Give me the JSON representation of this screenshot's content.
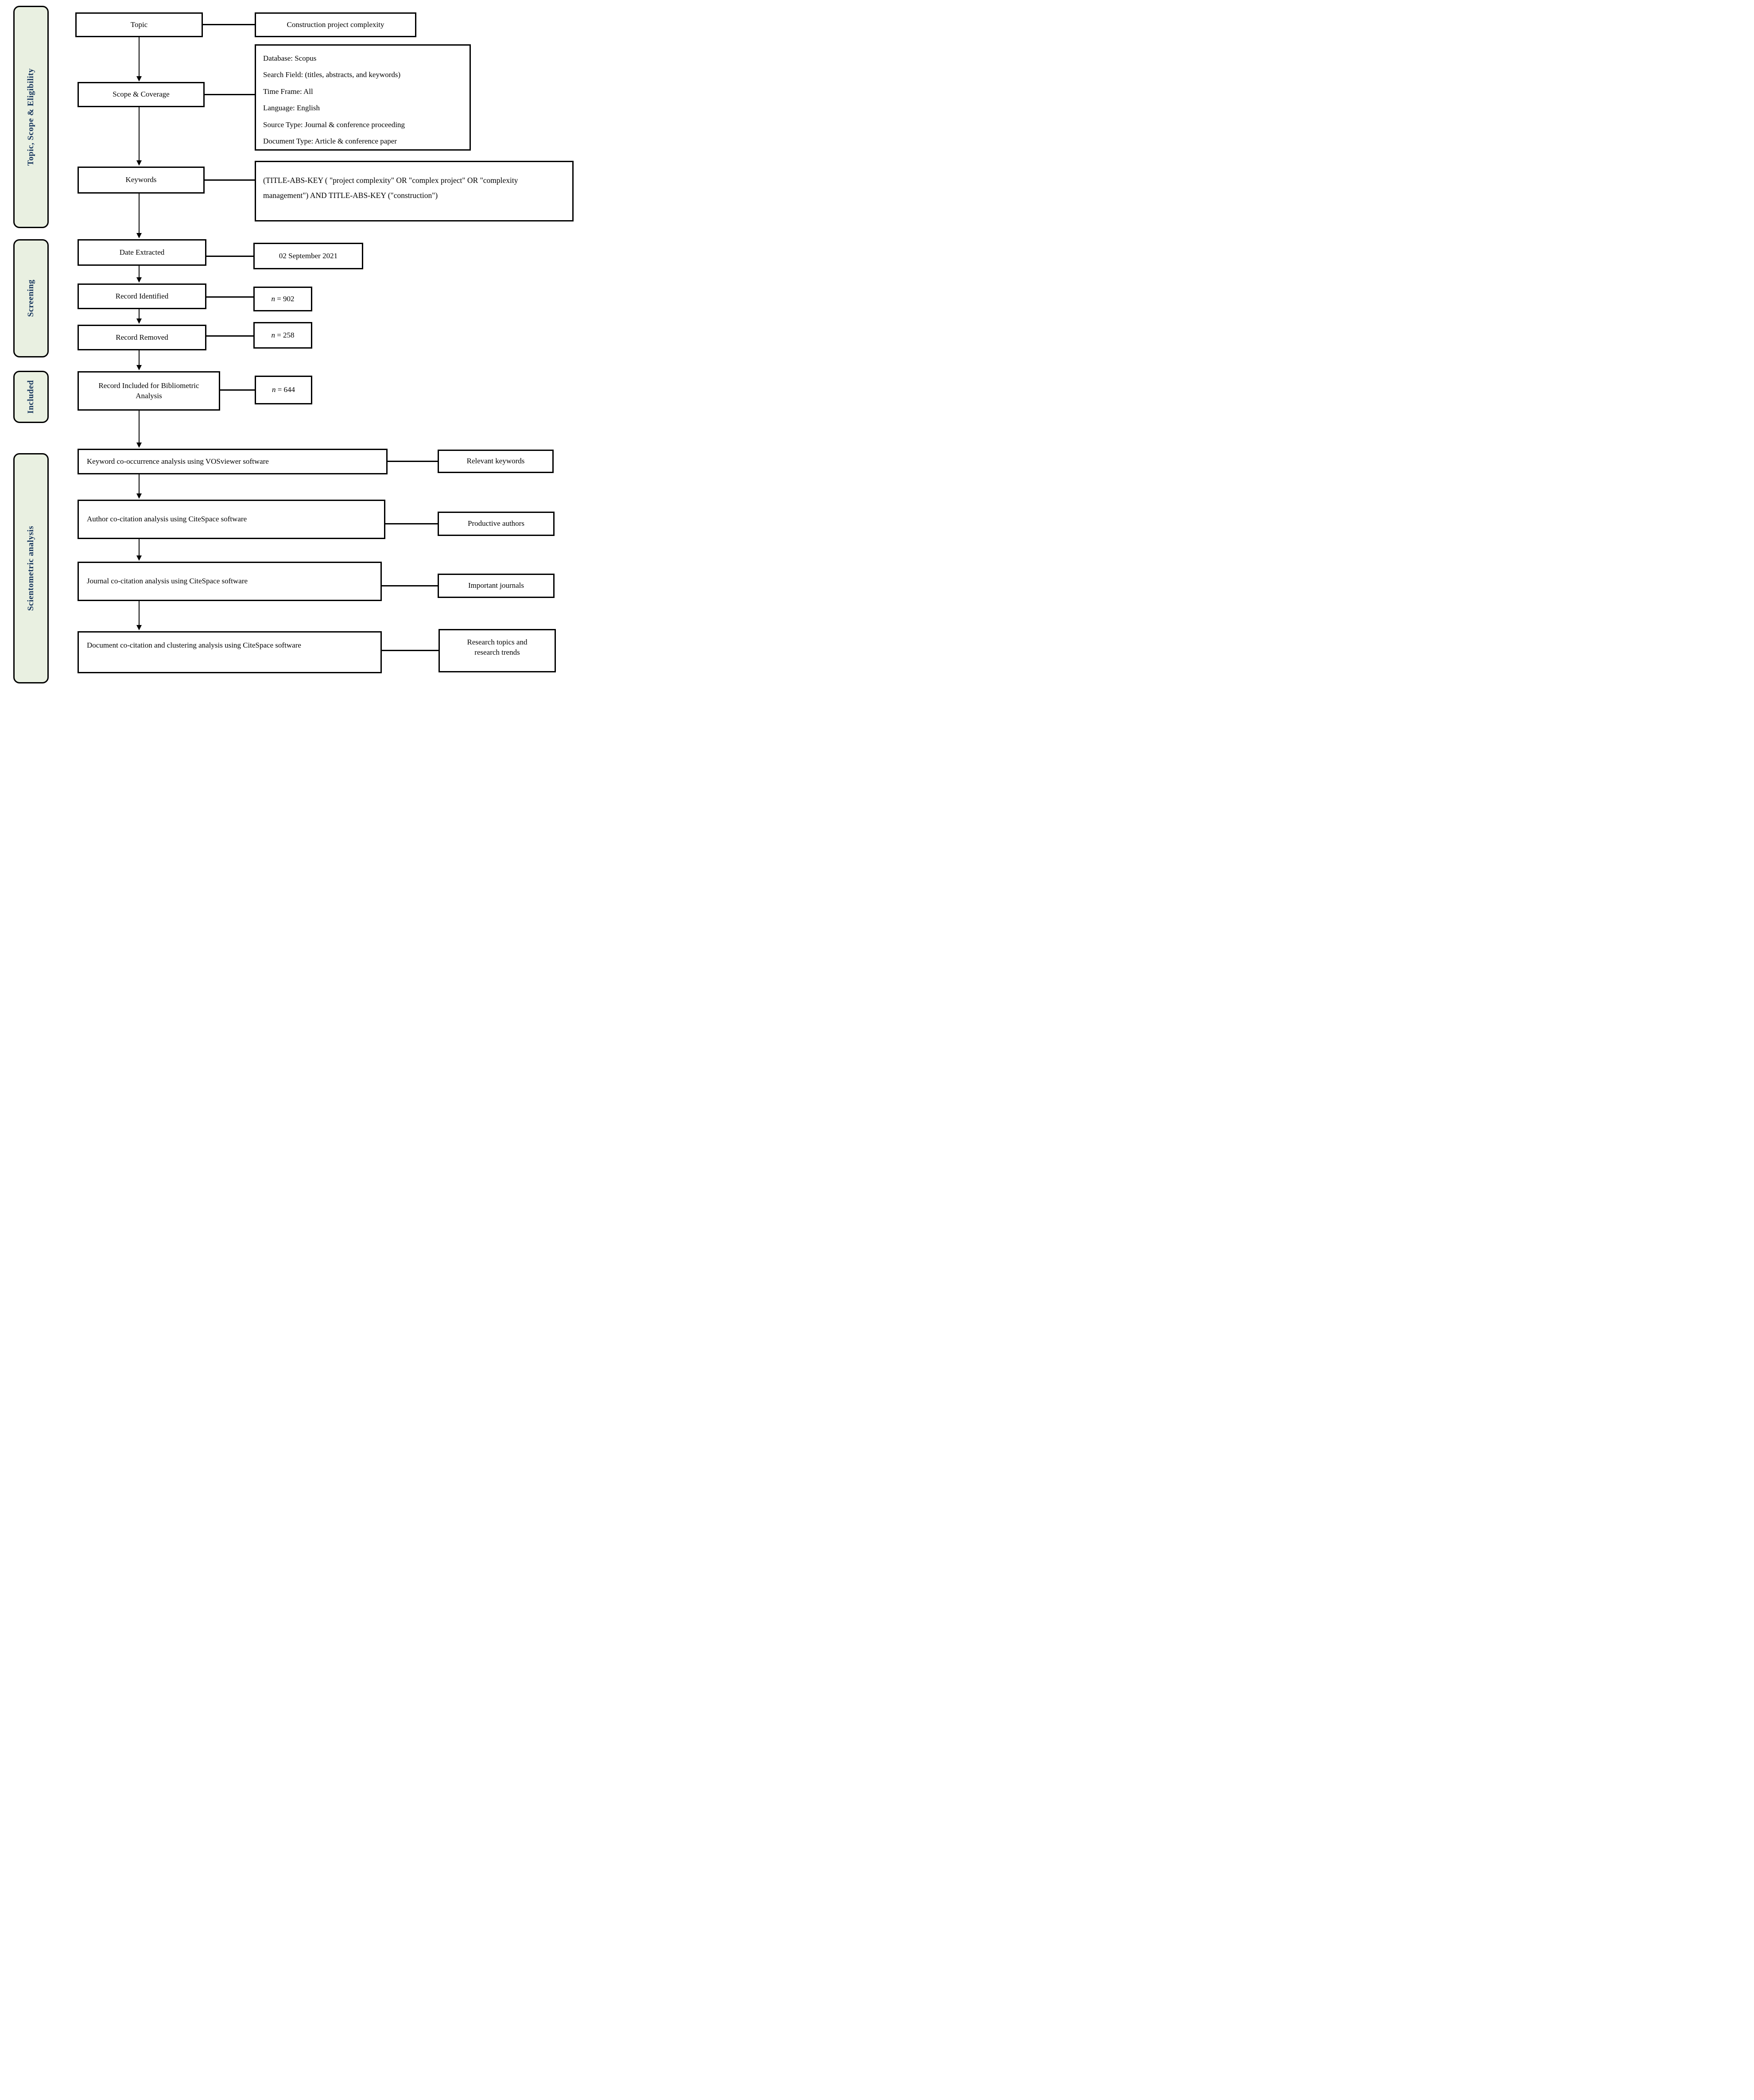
{
  "sidebar": {
    "bg_color": "#e9f0e1",
    "text_color": "#17365d",
    "labels": [
      {
        "text": "Topic, Scope & Eligibility"
      },
      {
        "text": "Screening"
      },
      {
        "text": "Included"
      },
      {
        "text": "Scientometric analysis"
      }
    ]
  },
  "flow": {
    "topic": {
      "label": "Topic",
      "note": "Construction project complexity"
    },
    "scope": {
      "label": "Scope & Coverage",
      "details": {
        "lines": [
          "Database: Scopus",
          "Search Field: (titles, abstracts, and keywords)",
          "Time Frame: All",
          "Language: English",
          "Source Type: Journal & conference proceeding",
          "Document Type: Article & conference paper"
        ]
      }
    },
    "keywords": {
      "label": "Keywords",
      "query": "(TITLE-ABS-KEY ( \"project complexity\" OR \"complex project\" OR \"complexity management\") AND TITLE-ABS-KEY (\"construction\")"
    },
    "date_extracted": {
      "label": "Date Extracted",
      "note": "02 September 2021"
    },
    "record_identified": {
      "label": "Record Identified",
      "count_n": "n",
      "count_value": " = 902"
    },
    "record_removed": {
      "label": "Record Removed",
      "count_n": "n",
      "count_value": " = 258"
    },
    "record_included": {
      "label": "Record Included for Bibliometric Analysis",
      "count_n": "n",
      "count_value": " = 644"
    },
    "keyword_cooccurrence": {
      "label": "Keyword co-occurrence analysis using VOSviewer software",
      "note": "Relevant keywords"
    },
    "author_cocitation": {
      "label": "Author co-citation analysis using CiteSpace software",
      "note": "Productive authors"
    },
    "journal_cocitation": {
      "label": "Journal co-citation analysis using CiteSpace software",
      "note": "Important journals"
    },
    "document_cocitation": {
      "label": "Document co-citation and clustering analysis using CiteSpace software",
      "note": "Research topics and research trends"
    }
  }
}
